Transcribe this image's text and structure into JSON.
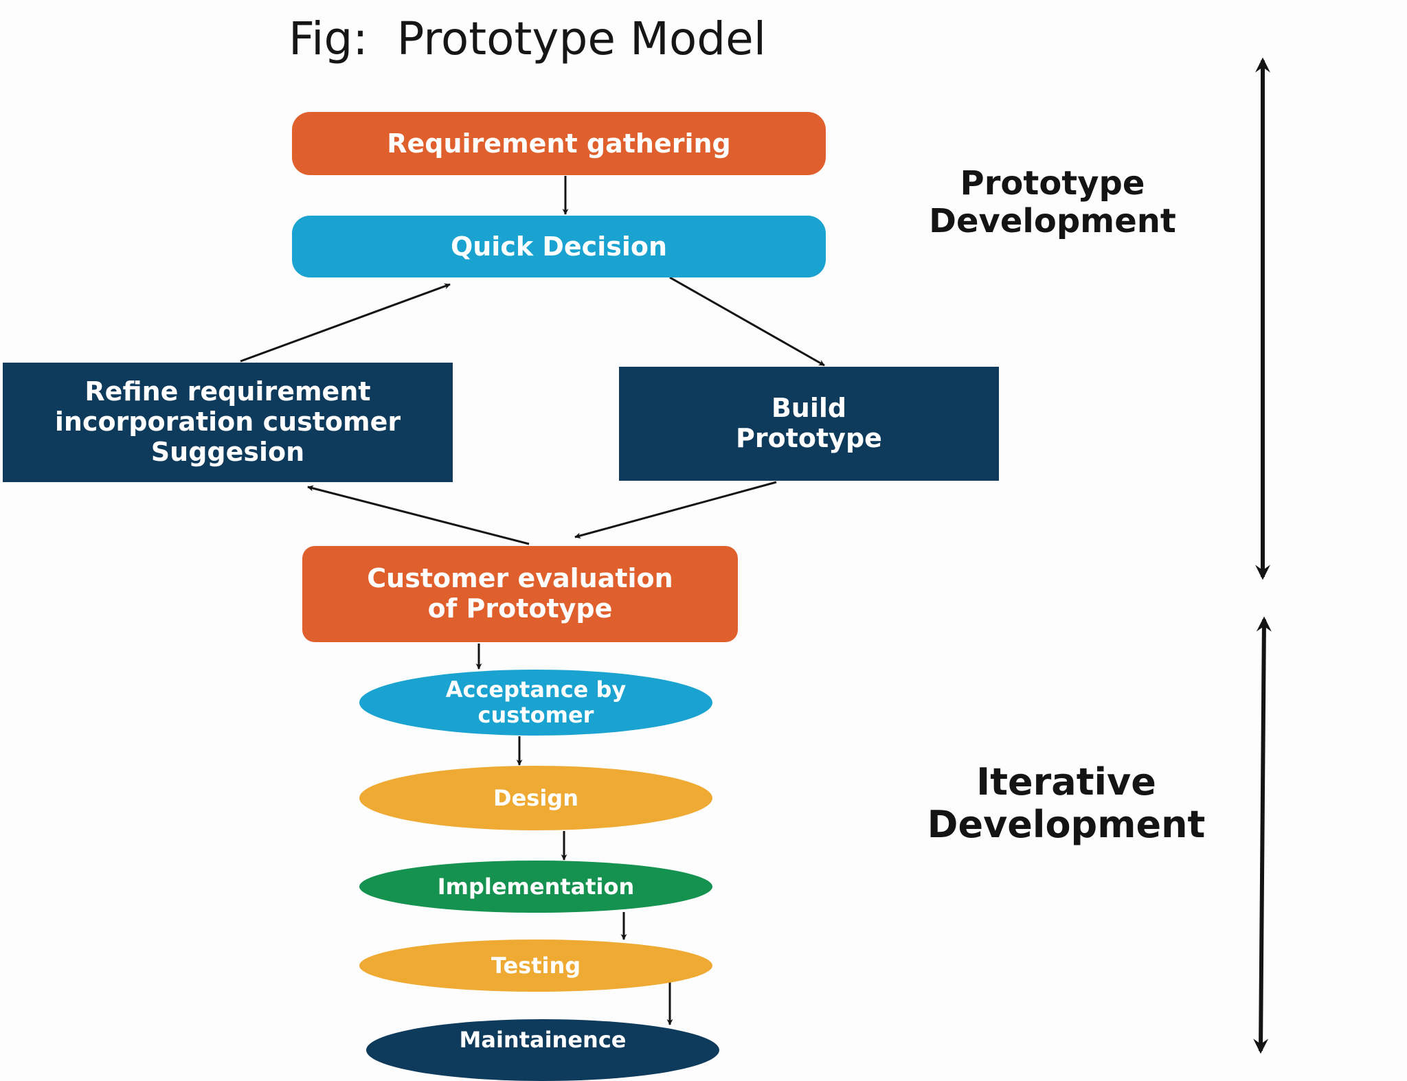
{
  "title": "Fig:  Prototype Model",
  "colors": {
    "orange": "#e0602d",
    "blue": "#1aa3d0",
    "navy": "#0e3a5c",
    "amber": "#eeaa33",
    "green": "#15924f",
    "arrow": "#141414"
  },
  "nodes": {
    "requirement_gathering": "Requirement gathering",
    "quick_decision": "Quick Decision",
    "refine_requirement": "Refine requirement\nincorporation customer\nSuggesion",
    "build_prototype": "Build\nPrototype",
    "customer_evaluation": "Customer evaluation\nof Prototype",
    "acceptance": "Acceptance by\ncustomer",
    "design": "Design",
    "implementation": "Implementation",
    "testing": "Testing",
    "maintainence": "Maintainence"
  },
  "phases": {
    "prototype_development": "Prototype\nDevelopment",
    "iterative_development": "Iterative\nDevelopment"
  },
  "edges": [
    [
      "requirement_gathering",
      "quick_decision"
    ],
    [
      "quick_decision",
      "build_prototype"
    ],
    [
      "build_prototype",
      "customer_evaluation"
    ],
    [
      "customer_evaluation",
      "refine_requirement"
    ],
    [
      "refine_requirement",
      "quick_decision"
    ],
    [
      "customer_evaluation",
      "acceptance"
    ],
    [
      "acceptance",
      "design"
    ],
    [
      "design",
      "implementation"
    ],
    [
      "implementation",
      "testing"
    ],
    [
      "testing",
      "maintainence"
    ]
  ]
}
